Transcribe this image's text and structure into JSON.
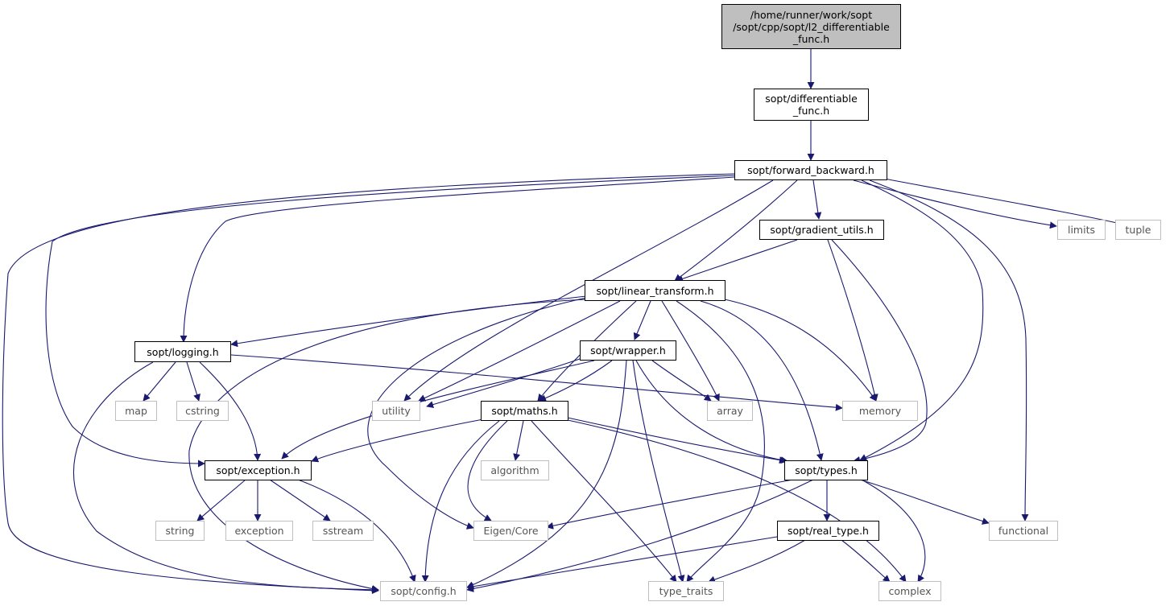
{
  "colors": {
    "edge": "#191970",
    "node_border": "#000000",
    "external_border": "#bfbfbf",
    "root_fill": "#bfbfbf",
    "external_text": "#555555"
  },
  "nodes": {
    "root": "/home/runner/work/sopt\n/sopt/cpp/sopt/l2_differentiable\n_func.h",
    "differentiable_func": "sopt/differentiable\n_func.h",
    "forward_backward": "sopt/forward_backward.h",
    "gradient_utils": "sopt/gradient_utils.h",
    "limits": "limits",
    "tuple": "tuple",
    "linear_transform": "sopt/linear_transform.h",
    "logging": "sopt/logging.h",
    "wrapper": "sopt/wrapper.h",
    "map": "map",
    "cstring": "cstring",
    "utility": "utility",
    "maths": "sopt/maths.h",
    "array": "array",
    "memory": "memory",
    "exception": "sopt/exception.h",
    "algorithm": "algorithm",
    "types": "sopt/types.h",
    "string": "string",
    "exception_std": "exception",
    "sstream": "sstream",
    "eigen_core": "Eigen/Core",
    "real_type": "sopt/real_type.h",
    "functional": "functional",
    "config": "sopt/config.h",
    "type_traits": "type_traits",
    "complex": "complex"
  }
}
